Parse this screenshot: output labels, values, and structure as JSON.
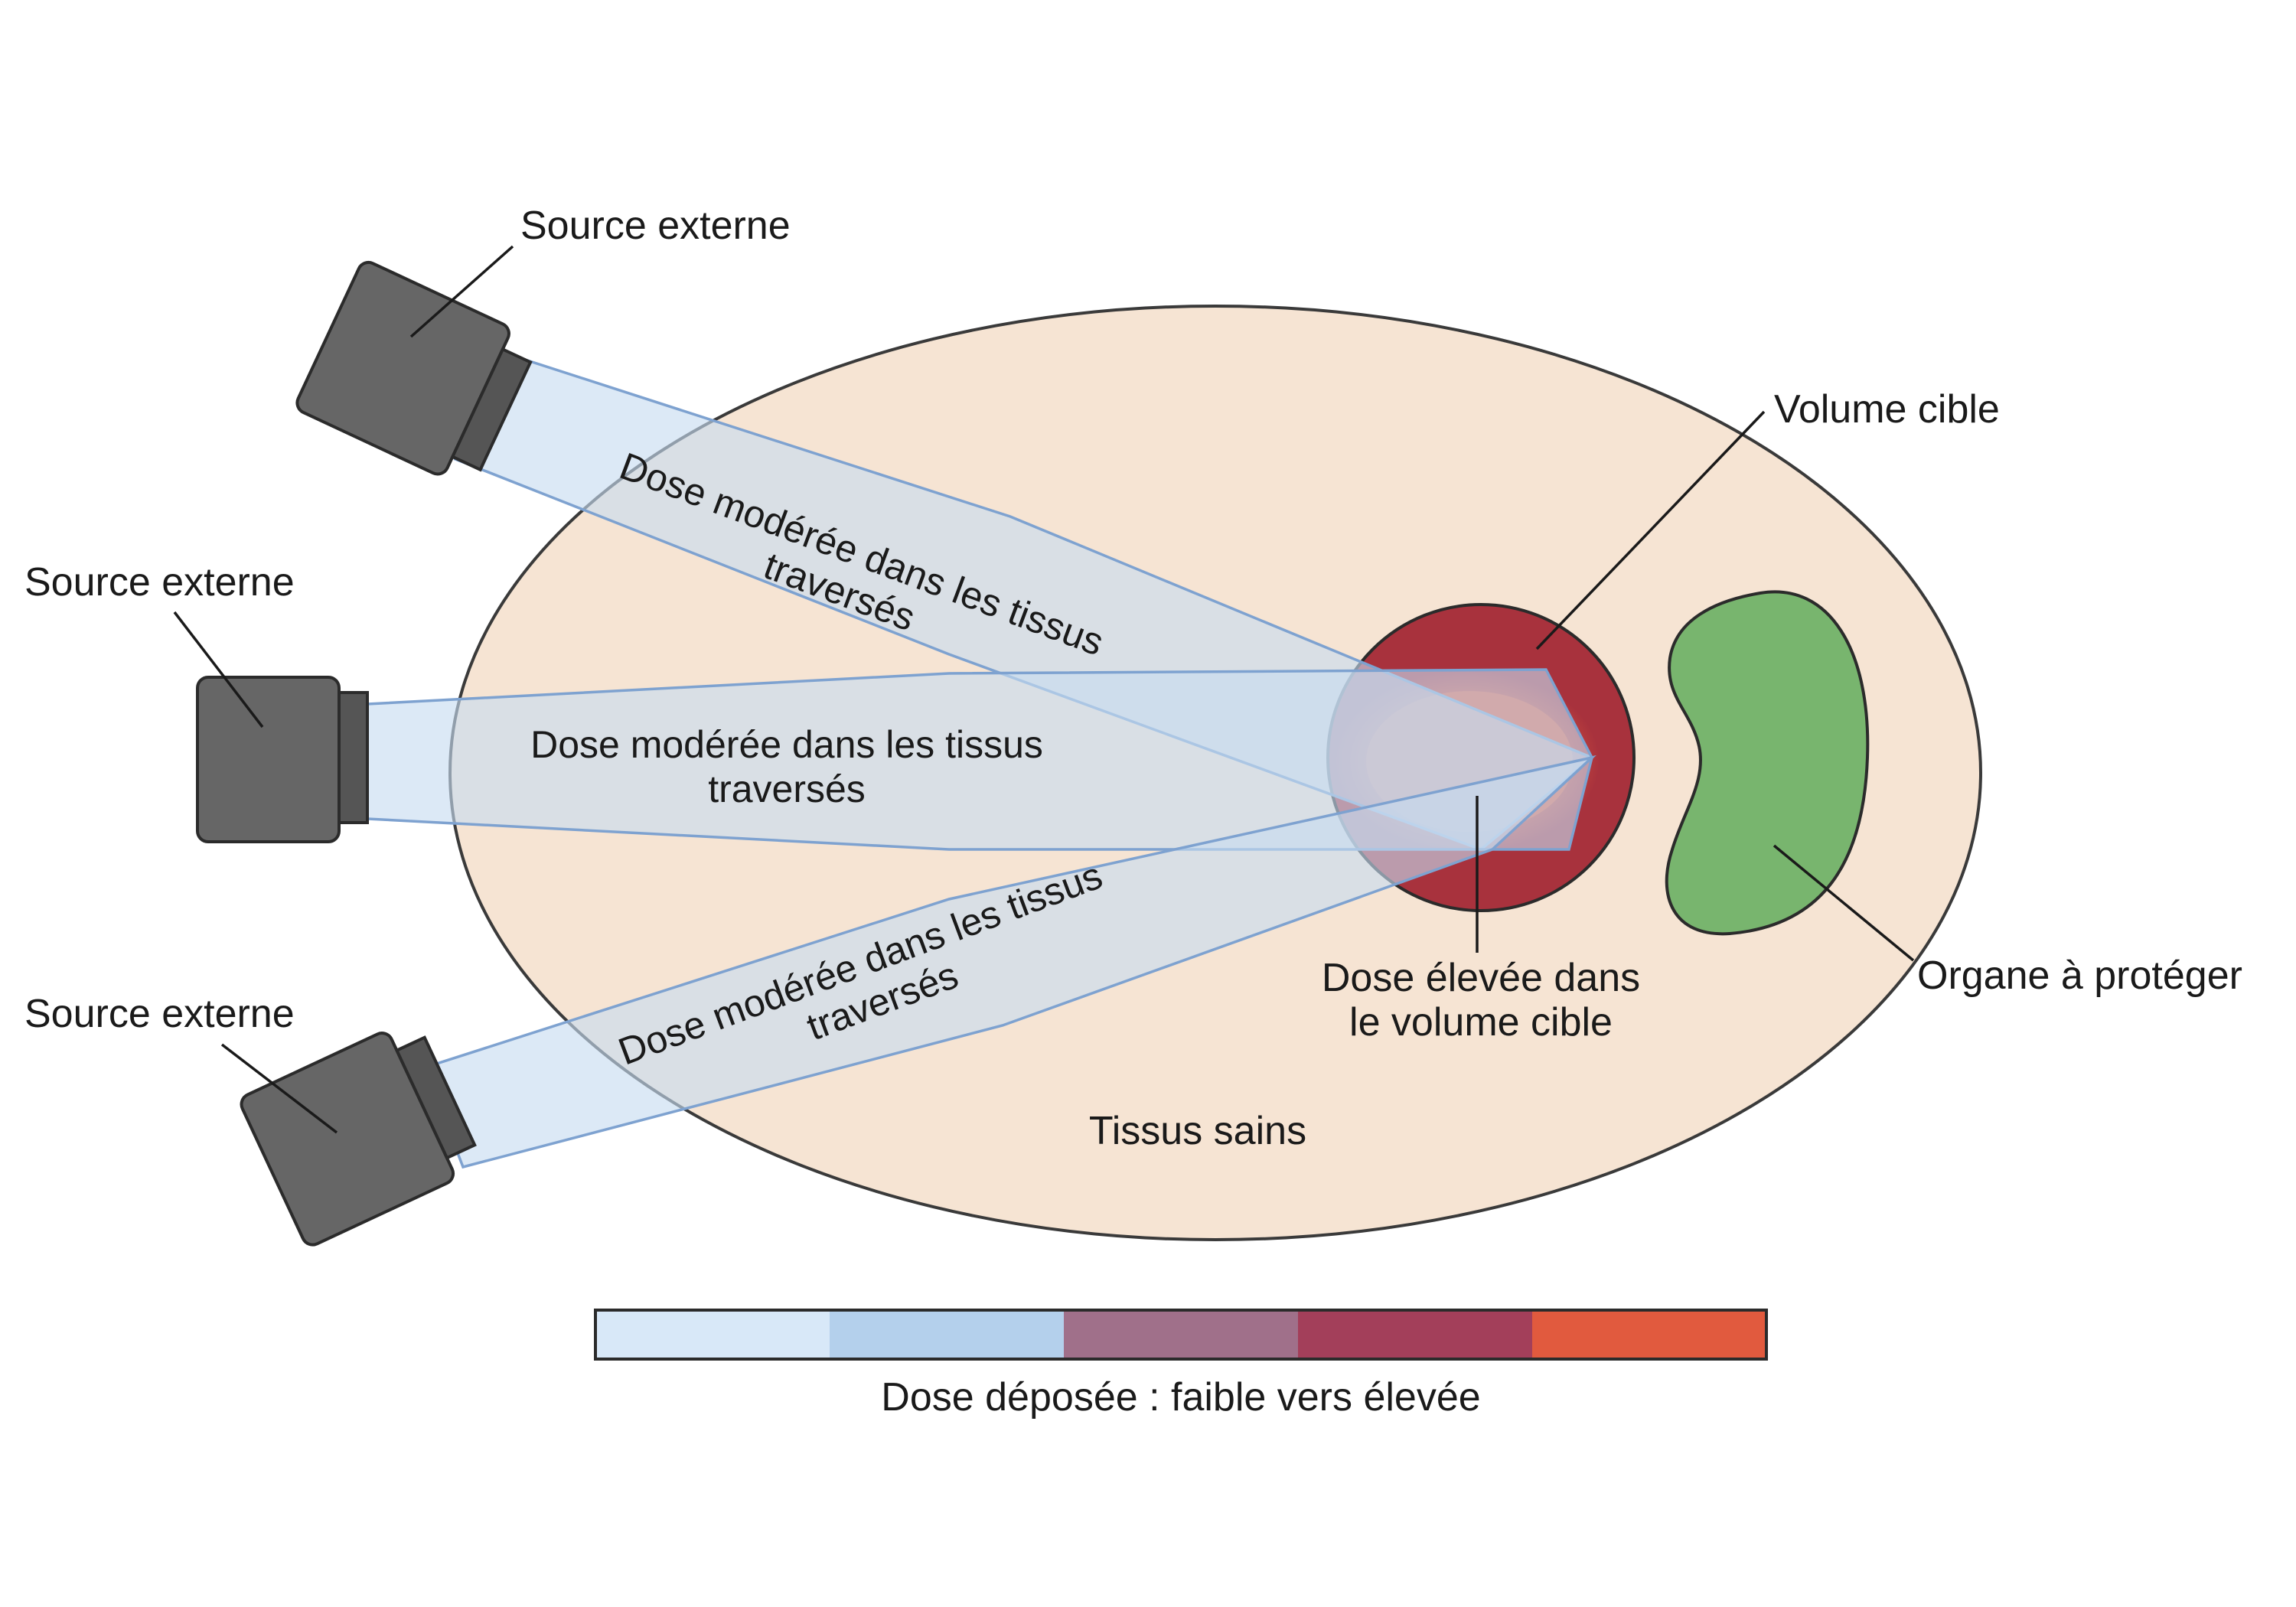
{
  "labels": {
    "source_top": "Source externe",
    "source_middle": "Source externe",
    "source_bottom": "Source externe",
    "volume_cible": "Volume cible",
    "organe": "Organe à protéger",
    "tissus_sains": "Tissus sains",
    "dose_elevee_line1": "Dose élevée dans",
    "dose_elevee_line2": "le volume cible",
    "beam_top_line1": "Dose modérée dans les tissus",
    "beam_top_line2": "traversés",
    "beam_middle_line1": "Dose modérée dans les tissus",
    "beam_middle_line2": "traversés",
    "beam_bottom_line1": "Dose modérée dans les tissus",
    "beam_bottom_line2": "traversés",
    "dose_scale": "Dose déposée : faible vers élevée"
  },
  "colors": {
    "body": "#f6e4d3",
    "target_outer": "#a8323d",
    "target_core": "#e15a3e",
    "organ": "#78b56e",
    "beam": "#c7dcf0",
    "source": "#666666"
  },
  "dose_scale_colors": [
    "#d8e8f8",
    "#b4d0ec",
    "#a0708a",
    "#a33f5a",
    "#e15a3e"
  ]
}
